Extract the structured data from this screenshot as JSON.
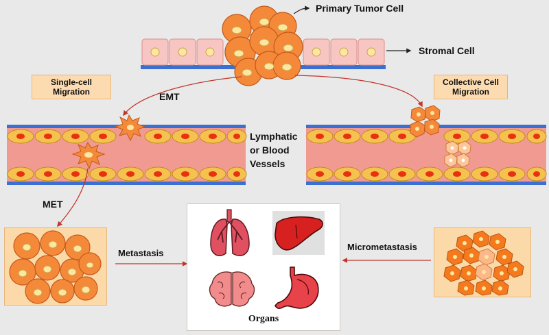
{
  "labels": {
    "primary_tumor": "Primary Tumor Cell",
    "stromal": "Stromal Cell",
    "emt": "EMT",
    "met": "MET",
    "vessels_line1": "Lymphatic",
    "vessels_line2": "or  Blood",
    "vessels_line3": "Vessels",
    "metastasis": "Metastasis",
    "micrometastasis": "Micrometastasis",
    "organs": "Organs"
  },
  "boxes": {
    "single_cell_line1": "Single-cell",
    "single_cell_line2": "Migration",
    "collective_line1": "Collective Cell",
    "collective_line2": "Migration"
  },
  "organs": [
    "lungs-icon",
    "liver-icon",
    "brain-icon",
    "stomach-icon"
  ],
  "colors": {
    "tumor_cell": "#f5893a",
    "tumor_cell_outline": "#c25a1a",
    "stromal_cell": "#f7c6c2",
    "vessel_wall": "#f09a92",
    "endothelial_cell": "#f6c24f",
    "nucleus": "#e8320f",
    "membrane_blue": "#3b6fd1",
    "arrow_red": "#c1352a"
  }
}
